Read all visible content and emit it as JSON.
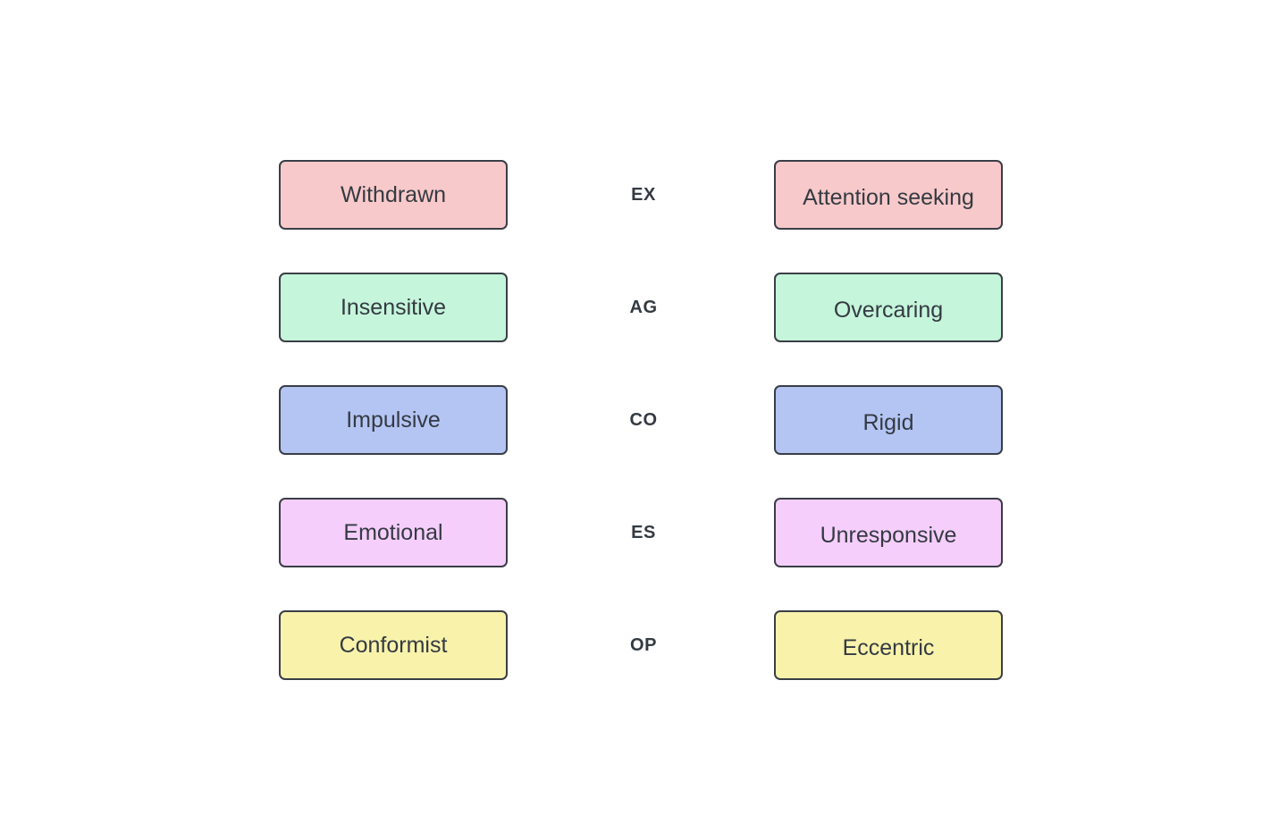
{
  "rows": [
    {
      "left": "Withdrawn",
      "code": "EX",
      "right": "Attention seeking",
      "color": "#f8c9ca"
    },
    {
      "left": "Insensitive",
      "code": "AG",
      "right": "Overcaring",
      "color": "#c5f5db"
    },
    {
      "left": "Impulsive",
      "code": "CO",
      "right": "Rigid",
      "color": "#b4c5f4"
    },
    {
      "left": "Emotional",
      "code": "ES",
      "right": "Unresponsive",
      "color": "#f5cefc"
    },
    {
      "left": "Conformist",
      "code": "OP",
      "right": "Eccentric",
      "color": "#f8f2ab"
    }
  ]
}
